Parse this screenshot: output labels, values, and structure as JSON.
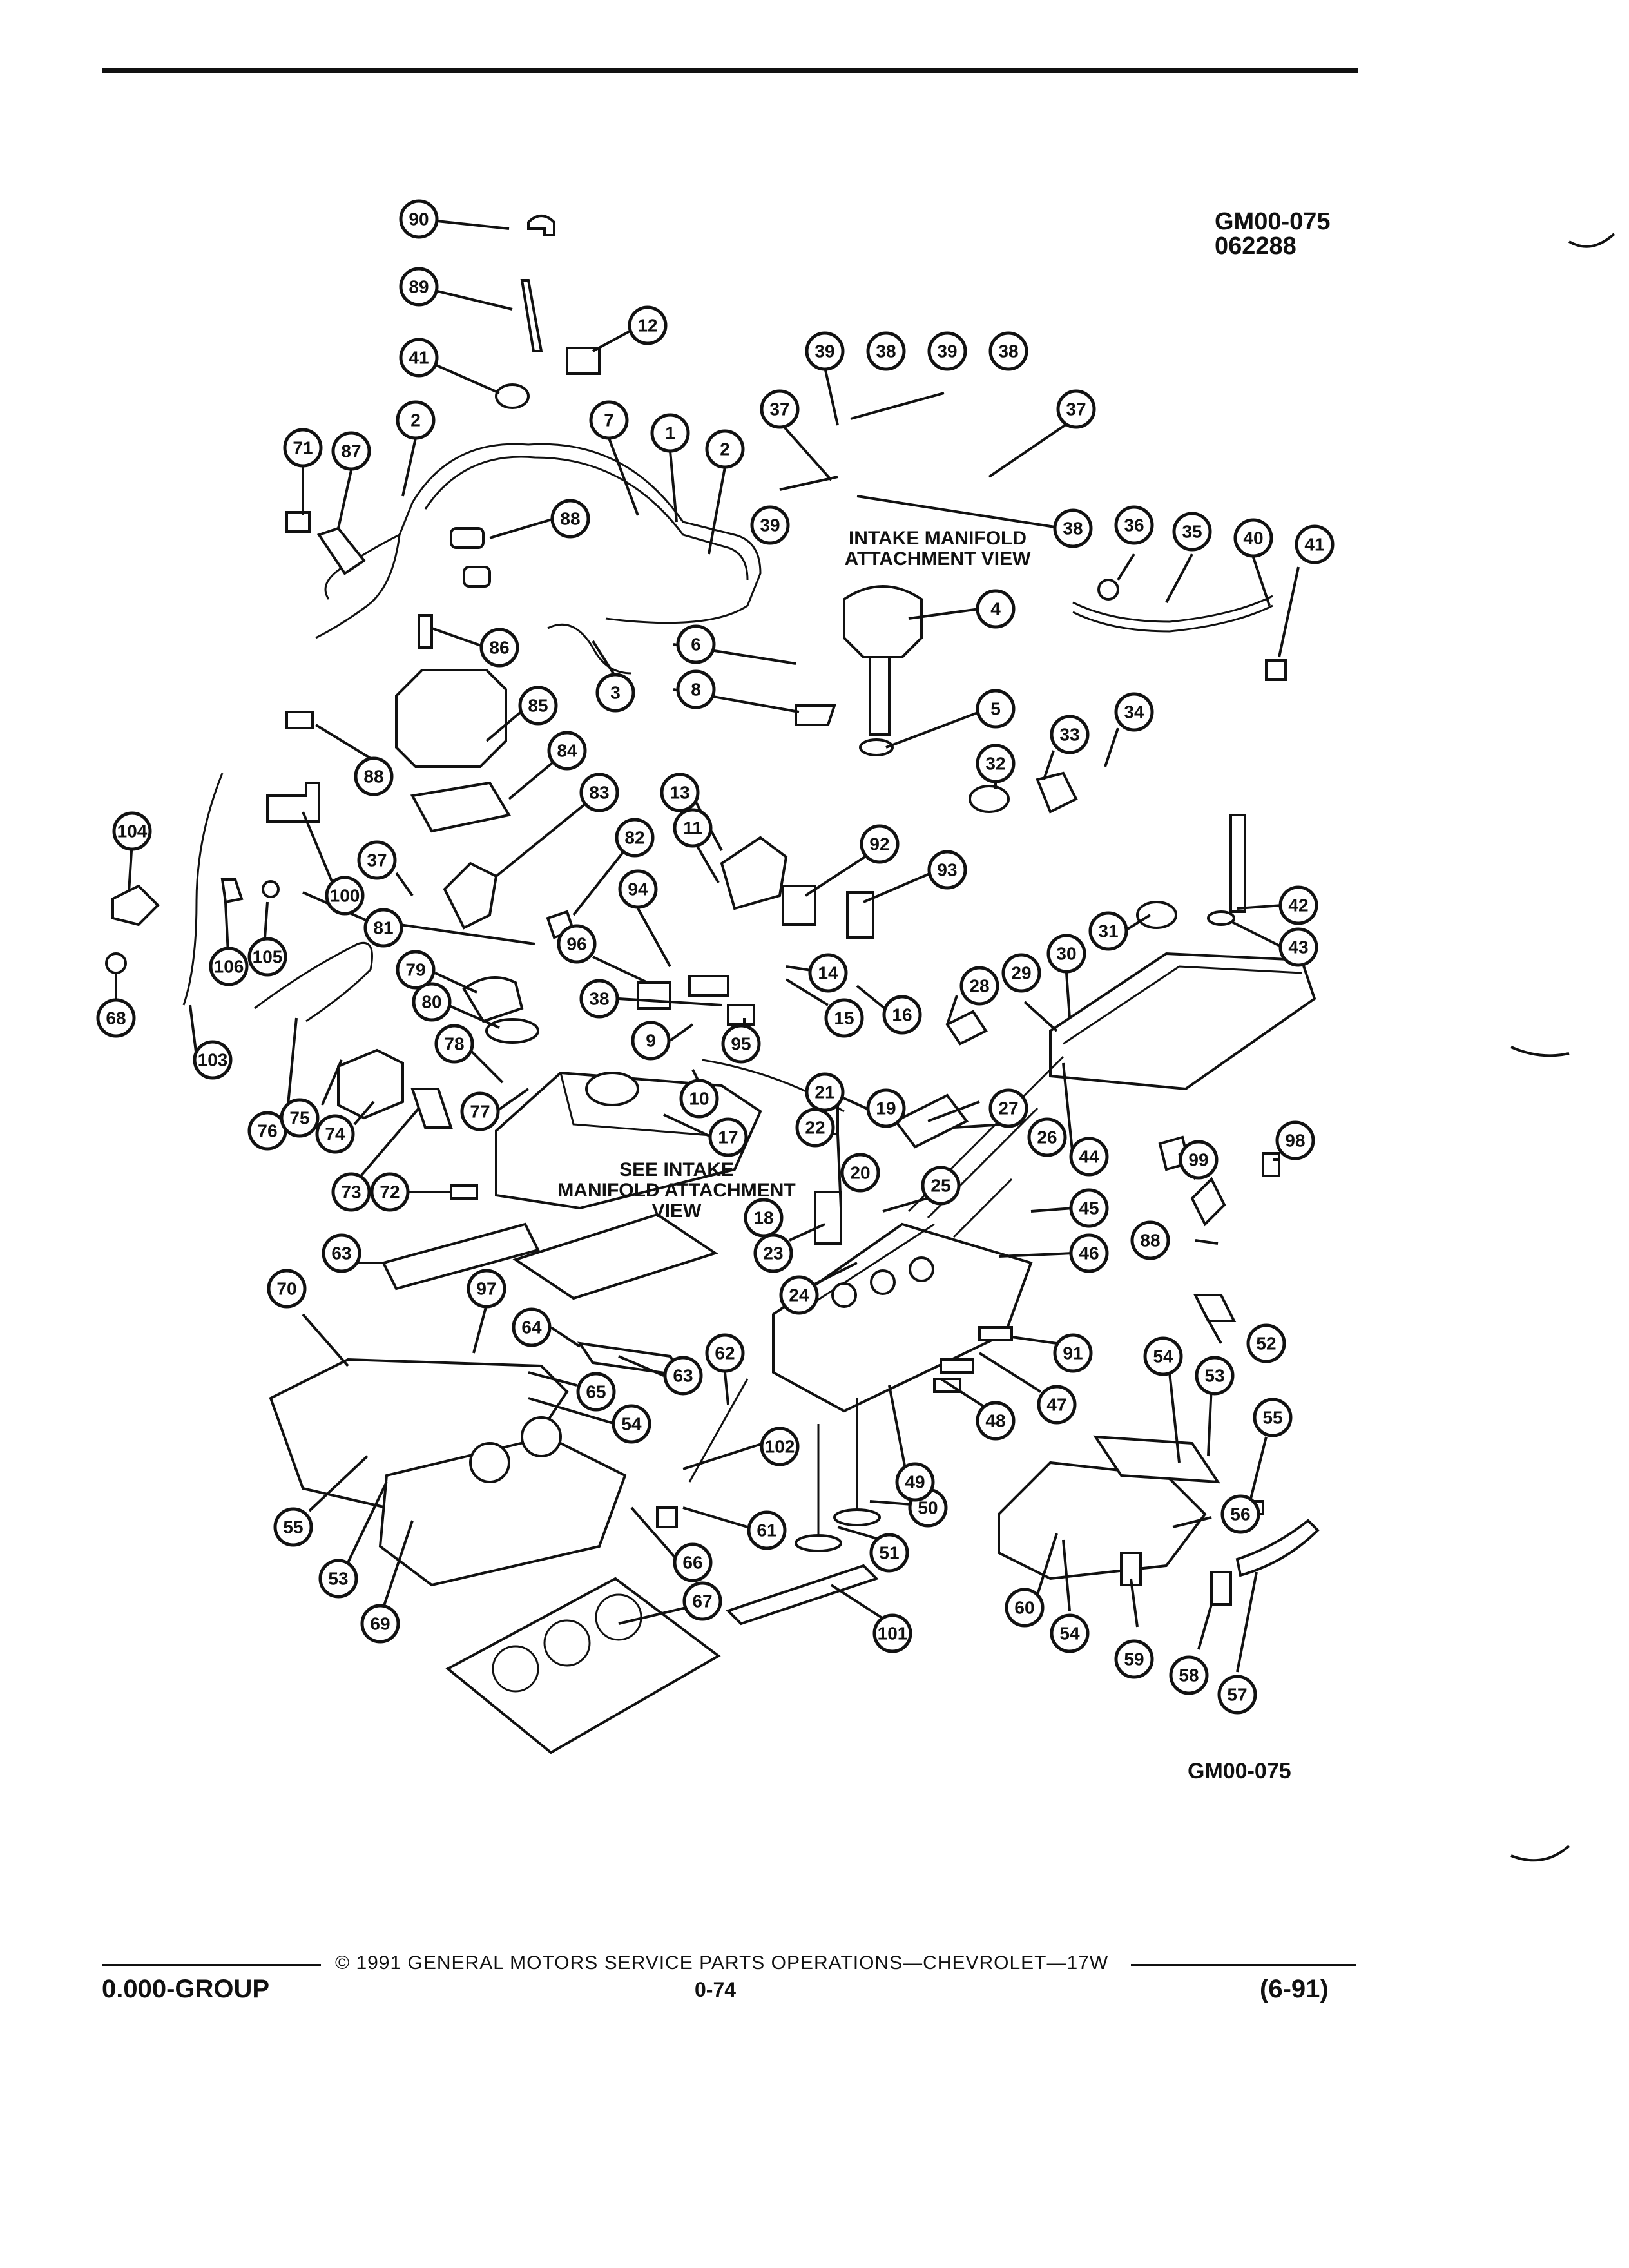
{
  "header": {
    "code": "GM00-075",
    "date_code": "062288"
  },
  "captions": {
    "intake_view_line1": "INTAKE MANIFOLD",
    "intake_view_line2": "ATTACHMENT  VIEW",
    "see_intake_line1": "SEE INTAKE",
    "see_intake_line2": "MANIFOLD ATTACHMENT",
    "see_intake_line3": "VIEW"
  },
  "bottom_code": "GM00-075",
  "footer": {
    "copyright": "© 1991 GENERAL MOTORS SERVICE PARTS OPERATIONS—CHEVROLET—17W",
    "group": "0.000-GROUP",
    "page": "0-74",
    "date": "(6-91)"
  },
  "callouts": [
    "90",
    "89",
    "12",
    "41",
    "71",
    "87",
    "2",
    "7",
    "1",
    "2",
    "88",
    "86",
    "3",
    "85",
    "88",
    "84",
    "100",
    "37",
    "83",
    "82",
    "81",
    "104",
    "106",
    "105",
    "79",
    "80",
    "78",
    "77",
    "76",
    "75",
    "74",
    "73",
    "72",
    "68",
    "103",
    "96",
    "94",
    "38",
    "95",
    "9",
    "10",
    "17",
    "13",
    "11",
    "92",
    "93",
    "14",
    "15",
    "16",
    "6",
    "8",
    "4",
    "5",
    "32",
    "33",
    "34",
    "39",
    "38",
    "39",
    "38",
    "37",
    "37",
    "39",
    "38",
    "36",
    "35",
    "40",
    "41",
    "31",
    "42",
    "43",
    "30",
    "29",
    "28",
    "27",
    "26",
    "44",
    "45",
    "46",
    "21",
    "22",
    "19",
    "20",
    "25",
    "18",
    "23",
    "24",
    "63",
    "97",
    "64",
    "70",
    "65",
    "54",
    "63",
    "62",
    "102",
    "61",
    "66",
    "55",
    "53",
    "69",
    "67",
    "101",
    "50",
    "51",
    "49",
    "47",
    "91",
    "48",
    "99",
    "98",
    "88",
    "52",
    "54",
    "53",
    "55",
    "56",
    "60",
    "54",
    "59",
    "58",
    "57"
  ]
}
